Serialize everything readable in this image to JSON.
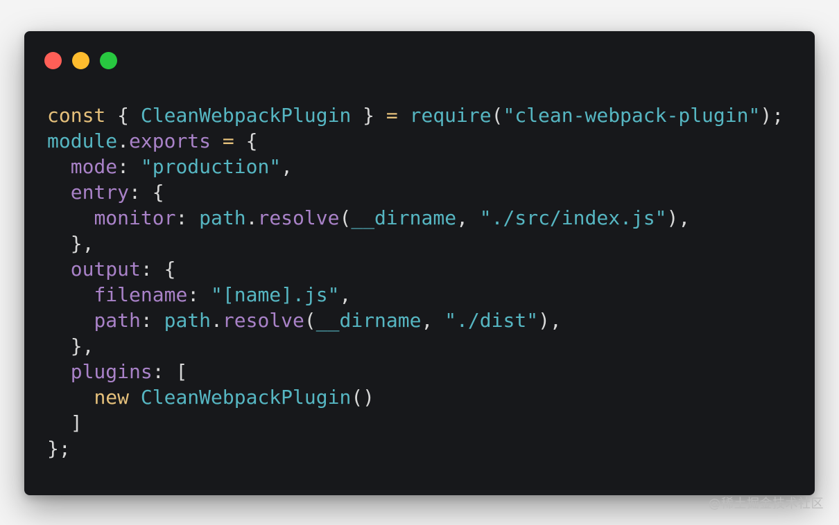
{
  "window": {
    "controls": [
      {
        "name": "close",
        "color": "#ff5f57"
      },
      {
        "name": "minimize",
        "color": "#febc2e"
      },
      {
        "name": "zoom",
        "color": "#28c840"
      }
    ]
  },
  "colors": {
    "keyword": "#e5c07b",
    "ident": "#56b6c2",
    "prop": "#a982c8",
    "string": "#56b6c2",
    "punct": "#d8d8d8"
  },
  "code": {
    "lines": [
      [
        [
          "keyword",
          "const"
        ],
        [
          "punct",
          " { "
        ],
        [
          "ident",
          "CleanWebpackPlugin"
        ],
        [
          "punct",
          " } "
        ],
        [
          "keyword",
          "="
        ],
        [
          "punct",
          " "
        ],
        [
          "ident",
          "require"
        ],
        [
          "punct",
          "("
        ],
        [
          "string",
          "\"clean-webpack-plugin\""
        ],
        [
          "punct",
          ");"
        ]
      ],
      [
        [
          "ident",
          "module"
        ],
        [
          "punct",
          "."
        ],
        [
          "prop",
          "exports"
        ],
        [
          "punct",
          " "
        ],
        [
          "keyword",
          "="
        ],
        [
          "punct",
          " {"
        ]
      ],
      [
        [
          "punct",
          "  "
        ],
        [
          "prop",
          "mode"
        ],
        [
          "punct",
          ": "
        ],
        [
          "string",
          "\"production\""
        ],
        [
          "punct",
          ","
        ]
      ],
      [
        [
          "punct",
          "  "
        ],
        [
          "prop",
          "entry"
        ],
        [
          "punct",
          ": {"
        ]
      ],
      [
        [
          "punct",
          "    "
        ],
        [
          "prop",
          "monitor"
        ],
        [
          "punct",
          ": "
        ],
        [
          "ident",
          "path"
        ],
        [
          "punct",
          "."
        ],
        [
          "prop",
          "resolve"
        ],
        [
          "punct",
          "("
        ],
        [
          "ident",
          "__dirname"
        ],
        [
          "punct",
          ", "
        ],
        [
          "string",
          "\"./src/index.js\""
        ],
        [
          "punct",
          "),"
        ]
      ],
      [
        [
          "punct",
          "  },"
        ]
      ],
      [
        [
          "punct",
          "  "
        ],
        [
          "prop",
          "output"
        ],
        [
          "punct",
          ": {"
        ]
      ],
      [
        [
          "punct",
          "    "
        ],
        [
          "prop",
          "filename"
        ],
        [
          "punct",
          ": "
        ],
        [
          "string",
          "\"[name].js\""
        ],
        [
          "punct",
          ","
        ]
      ],
      [
        [
          "punct",
          "    "
        ],
        [
          "prop",
          "path"
        ],
        [
          "punct",
          ": "
        ],
        [
          "ident",
          "path"
        ],
        [
          "punct",
          "."
        ],
        [
          "prop",
          "resolve"
        ],
        [
          "punct",
          "("
        ],
        [
          "ident",
          "__dirname"
        ],
        [
          "punct",
          ", "
        ],
        [
          "string",
          "\"./dist\""
        ],
        [
          "punct",
          "),"
        ]
      ],
      [
        [
          "punct",
          "  },"
        ]
      ],
      [
        [
          "punct",
          "  "
        ],
        [
          "prop",
          "plugins"
        ],
        [
          "punct",
          ": ["
        ]
      ],
      [
        [
          "punct",
          "    "
        ],
        [
          "keyword",
          "new"
        ],
        [
          "punct",
          " "
        ],
        [
          "ident",
          "CleanWebpackPlugin"
        ],
        [
          "punct",
          "()"
        ]
      ],
      [
        [
          "punct",
          "  ]"
        ]
      ],
      [
        [
          "punct",
          "};"
        ]
      ]
    ]
  },
  "watermark": "@稀土掘金技术社区"
}
